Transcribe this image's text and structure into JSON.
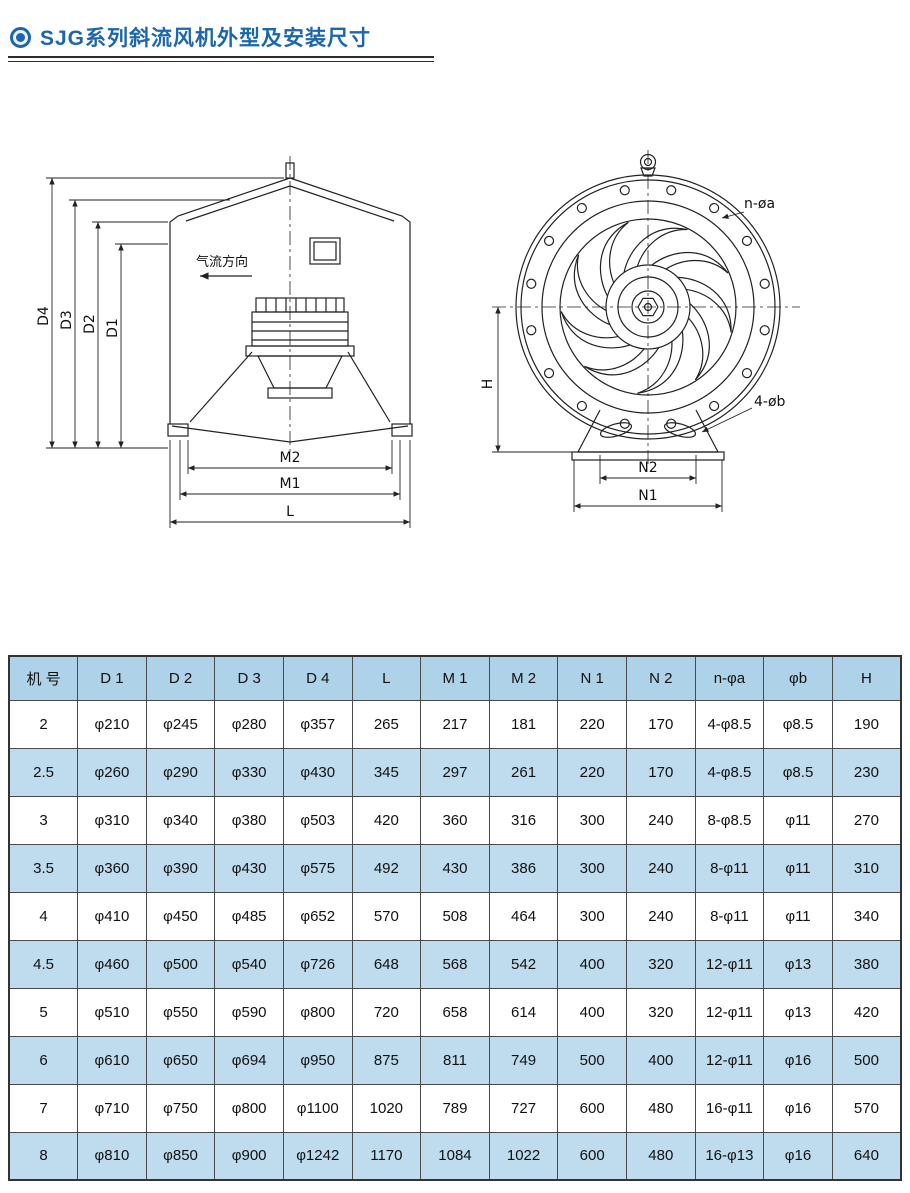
{
  "page": {
    "title": "SJG系列斜流风机外型及安装尺寸"
  },
  "drawings": {
    "side_view": {
      "airflow_label": "气流方向",
      "dims": {
        "d4": "D4",
        "d3": "D3",
        "d2": "D2",
        "d1": "D1",
        "m2": "M2",
        "m1": "M1",
        "l": "L"
      }
    },
    "front_view": {
      "dims": {
        "h": "H",
        "n2": "N2",
        "n1": "N1"
      },
      "bolt_circle_label": "n-øa",
      "foot_hole_label": "4-øb"
    }
  },
  "table": {
    "headers": [
      "机 号",
      "D 1",
      "D 2",
      "D 3",
      "D 4",
      "L",
      "M 1",
      "M 2",
      "N 1",
      "N 2",
      "n-φa",
      "φb",
      "H"
    ],
    "rows": [
      [
        "2",
        "φ210",
        "φ245",
        "φ280",
        "φ357",
        "265",
        "217",
        "181",
        "220",
        "170",
        "4-φ8.5",
        "φ8.5",
        "190"
      ],
      [
        "2.5",
        "φ260",
        "φ290",
        "φ330",
        "φ430",
        "345",
        "297",
        "261",
        "220",
        "170",
        "4-φ8.5",
        "φ8.5",
        "230"
      ],
      [
        "3",
        "φ310",
        "φ340",
        "φ380",
        "φ503",
        "420",
        "360",
        "316",
        "300",
        "240",
        "8-φ8.5",
        "φ11",
        "270"
      ],
      [
        "3.5",
        "φ360",
        "φ390",
        "φ430",
        "φ575",
        "492",
        "430",
        "386",
        "300",
        "240",
        "8-φ11",
        "φ11",
        "310"
      ],
      [
        "4",
        "φ410",
        "φ450",
        "φ485",
        "φ652",
        "570",
        "508",
        "464",
        "300",
        "240",
        "8-φ11",
        "φ11",
        "340"
      ],
      [
        "4.5",
        "φ460",
        "φ500",
        "φ540",
        "φ726",
        "648",
        "568",
        "542",
        "400",
        "320",
        "12-φ11",
        "φ13",
        "380"
      ],
      [
        "5",
        "φ510",
        "φ550",
        "φ590",
        "φ800",
        "720",
        "658",
        "614",
        "400",
        "320",
        "12-φ11",
        "φ13",
        "420"
      ],
      [
        "6",
        "φ610",
        "φ650",
        "φ694",
        "φ950",
        "875",
        "811",
        "749",
        "500",
        "400",
        "12-φ11",
        "φ16",
        "500"
      ],
      [
        "7",
        "φ710",
        "φ750",
        "φ800",
        "φ1100",
        "1020",
        "789",
        "727",
        "600",
        "480",
        "16-φ11",
        "φ16",
        "570"
      ],
      [
        "8",
        "φ810",
        "φ850",
        "φ900",
        "φ1242",
        "1170",
        "1084",
        "1022",
        "600",
        "480",
        "16-φ13",
        "φ16",
        "640"
      ]
    ]
  },
  "colors": {
    "title_blue": "#1b66ad",
    "row_alt_bg": "#bedcee",
    "header_bg": "#aed2e7",
    "table_border": "#4a4a4a"
  }
}
